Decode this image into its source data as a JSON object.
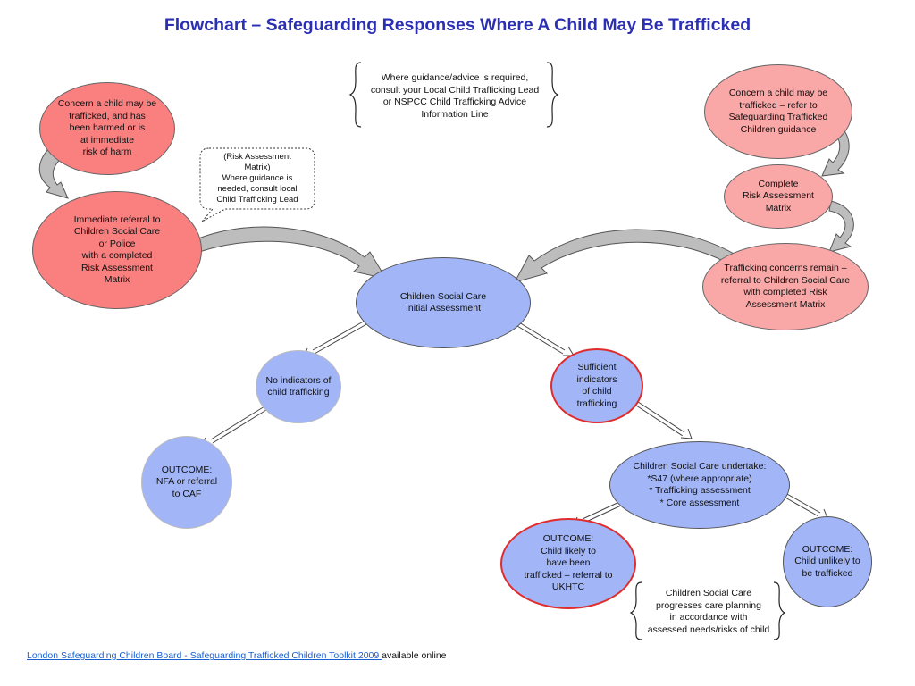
{
  "title": "Flowchart – Safeguarding Responses Where A Child May Be Trafficked",
  "colors": {
    "red_fill": "#fa7f7f",
    "pink_fill": "#f9a7a7",
    "blue_fill": "#a1b5f7",
    "red_border": "#e02c2c",
    "gray_border": "#bcbcbc",
    "connector_fill": "#bdbdbd"
  },
  "nodes": {
    "concern_harm": "Concern a child may be\ntrafficked, and has\nbeen harmed or is\nat immediate\nrisk of harm",
    "immediate_referral": "Immediate referral to\nChildren Social Care\nor Police\nwith a completed\nRisk Assessment\nMatrix",
    "concern_refer": "Concern a child may be\ntrafficked – refer to\nSafeguarding Trafficked\nChildren guidance",
    "complete_matrix": "Complete\nRisk Assessment\nMatrix",
    "concerns_remain": "Trafficking concerns remain –\nreferral to Children Social Care\nwith completed Risk\nAssessment Matrix",
    "initial_assessment": "Children Social Care\nInitial Assessment",
    "no_indicators": "No indicators of\nchild trafficking",
    "sufficient_indicators": "Sufficient\nindicators\nof child\ntrafficking",
    "outcome_nfa": "OUTCOME:\nNFA or referral\nto CAF",
    "csc_undertake": "Children Social Care undertake:\n*S47 (where appropriate)\n* Trafficking assessment\n* Core assessment",
    "outcome_likely": "OUTCOME:\nChild likely to\nhave been\ntrafficked – referral to\nUKHTC",
    "outcome_unlikely": "OUTCOME:\nChild unlikely to\nbe trafficked"
  },
  "notes": {
    "guidance": "Where guidance/advice is required,\nconsult your Local Child Trafficking Lead\nor NSPCC Child Trafficking Advice\nInformation Line",
    "risk_matrix_callout": "(Risk Assessment\nMatrix)\nWhere guidance is\nneeded, consult local\nChild Trafficking Lead",
    "care_planning": "Children Social Care\nprogresses care planning\nin accordance with\nassessed needs/risks of child"
  },
  "footer": {
    "link_text": "London Safeguarding Children Board - Safeguarding Trafficked Children Toolkit 2009 ",
    "suffix": "available online"
  }
}
